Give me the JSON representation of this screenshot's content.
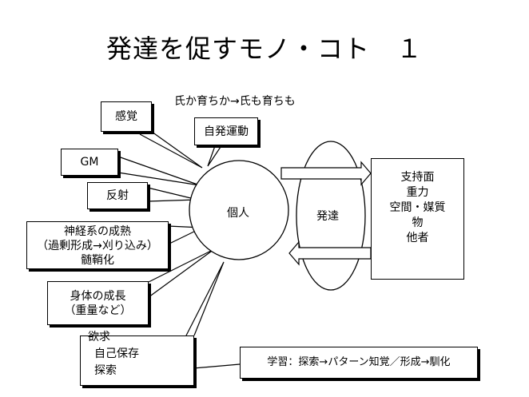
{
  "title": "発達を促すモノ・コト　１",
  "top_note": "氏か育ちか→氏も育ちも",
  "center_label": "個人",
  "ellipse_label": "発達",
  "factors": {
    "kankaku": "感覚",
    "jihatsu": "自発運動",
    "gm": "GM",
    "hansha": "反射",
    "shinkei": [
      "神経系の成熟",
      "（過剰形成→刈り込み）",
      "髄鞘化"
    ],
    "shintai": [
      "身体の成長",
      "（重量など）"
    ],
    "yokkyu": [
      "欲求",
      "自己保存",
      "探索"
    ]
  },
  "environment": [
    "支持面",
    "重力",
    "空間・媒質",
    "物",
    "他者"
  ],
  "learning": "学習：探索→パターン知覚／形成→馴化"
}
